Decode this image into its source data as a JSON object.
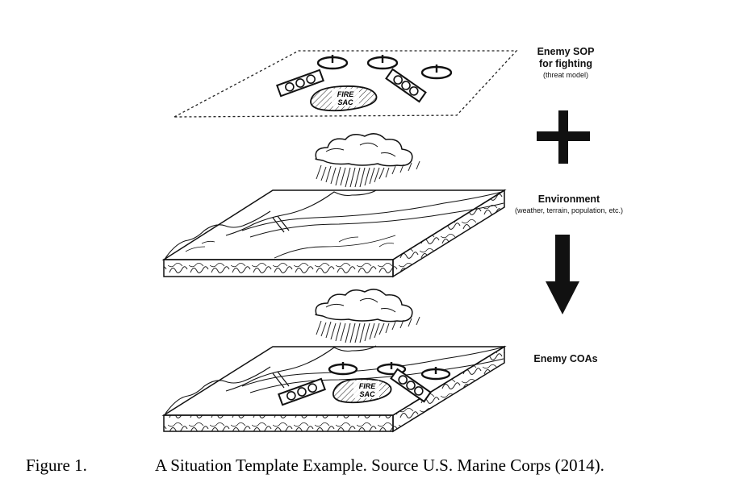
{
  "labels": {
    "threat_model_title_line1": "Enemy SOP",
    "threat_model_title_line2": "for fighting",
    "threat_model_sub": "(threat model)",
    "environment_title": "Environment",
    "environment_sub": "(weather, terrain, population, etc.)",
    "coa_title": "Enemy COAs"
  },
  "symbols": {
    "fire_sac_line1": "FIRE",
    "fire_sac_line2": "SAC"
  },
  "operators": {
    "plus": "plus-icon",
    "arrow": "arrow-down-icon"
  },
  "caption": {
    "number": "Figure 1.",
    "text": "A Situation Template Example. Source U.S. Marine Corps (2014)."
  }
}
